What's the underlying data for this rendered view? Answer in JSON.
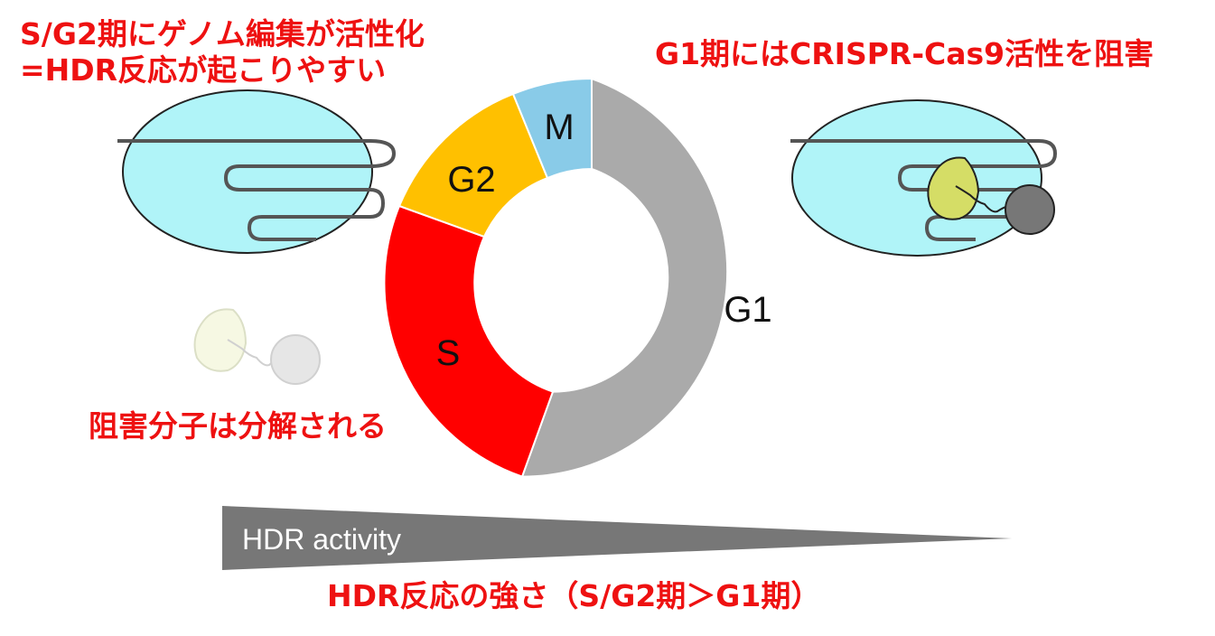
{
  "captions": {
    "top_left_line1": "S/G2期にゲノム編集が活性化",
    "top_left_line2": "=HDR反応が起こりやすい",
    "top_right": "G1期にはCRISPR-Cas9活性を阻害",
    "bottom_left": "阻害分子は分解される",
    "bottom": "HDR反応の強さ（S/G2期＞G1期）"
  },
  "cell_cycle": {
    "phases": [
      {
        "label": "G1",
        "color": "#aaaaaa"
      },
      {
        "label": "S",
        "color": "#ff0000"
      },
      {
        "label": "G2",
        "color": "#ffc000"
      },
      {
        "label": "M",
        "color": "#89cbe8"
      }
    ]
  },
  "gradient_bar": {
    "label": "HDR activity",
    "color": "#777777"
  },
  "colors": {
    "caption": "#ee1111",
    "nucleus_fill": "#b0f4f8",
    "inhibitor_active": "#d5dd66",
    "inhibitor_faded": "#f6f8e0",
    "cas9_active": "#777777",
    "cas9_faded": "#e4e4e4"
  }
}
